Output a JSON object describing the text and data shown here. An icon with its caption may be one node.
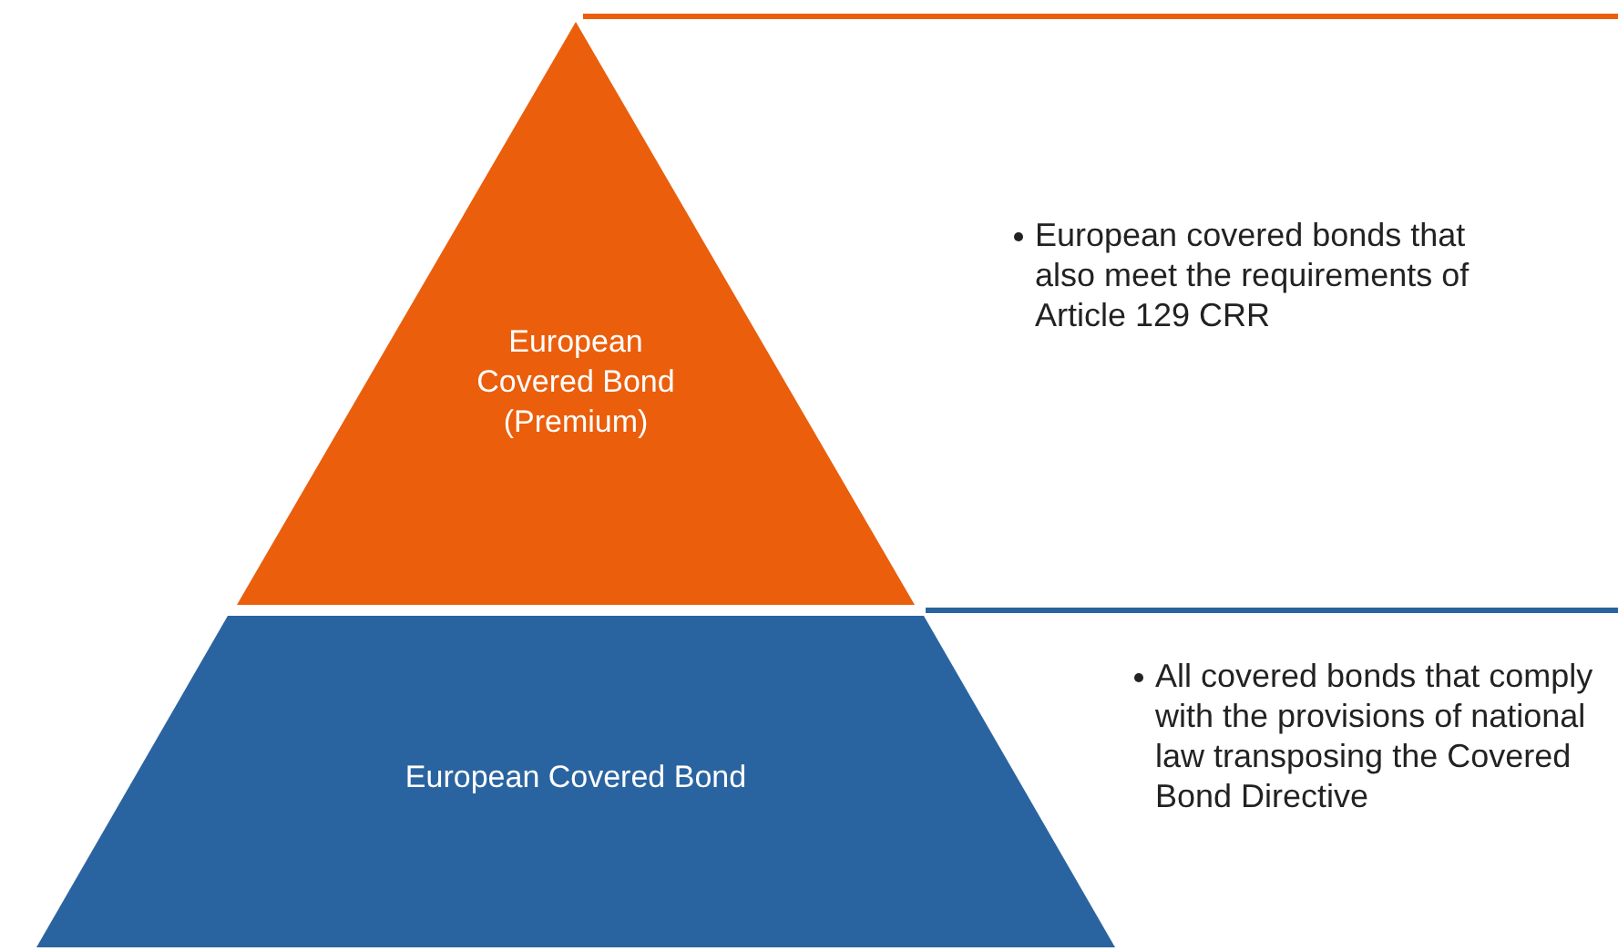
{
  "diagram": {
    "nodes": [
      {
        "text": [
          "European Covered Bond (Premium)"
        ]
      },
      {
        "text": [
          "European Covered Bond"
        ]
      },
      {
        "text": [
          "European covered bonds that also meet the requirements of Article 129 CRR"
        ]
      },
      {
        "text": [
          "All covered bonds that comply with the provisions of national law transposing the Covered Bond Directive"
        ]
      }
    ]
  }
}
